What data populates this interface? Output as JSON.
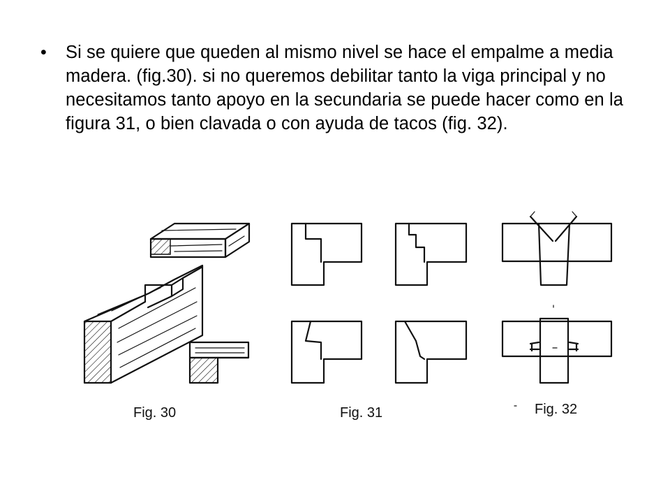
{
  "slide": {
    "bullet": "•",
    "text": "Si se quiere que queden al mismo nivel se hace el empalme a media madera. (fig.30).  si no queremos debilitar tanto la viga principal y no necesitamos tanto apoyo en la secundaria se puede hacer como en la figura 31, o bien clavada o con ayuda de tacos (fig. 32)."
  },
  "figures": {
    "fig30": {
      "caption": "Fig. 30",
      "icon": "half-lap-joint-drawing"
    },
    "fig31": {
      "caption": "Fig. 31",
      "icon": "notched-joint-drawing"
    },
    "fig32": {
      "caption": "Fig. 32",
      "icon": "nailed-joint-drawing"
    }
  }
}
